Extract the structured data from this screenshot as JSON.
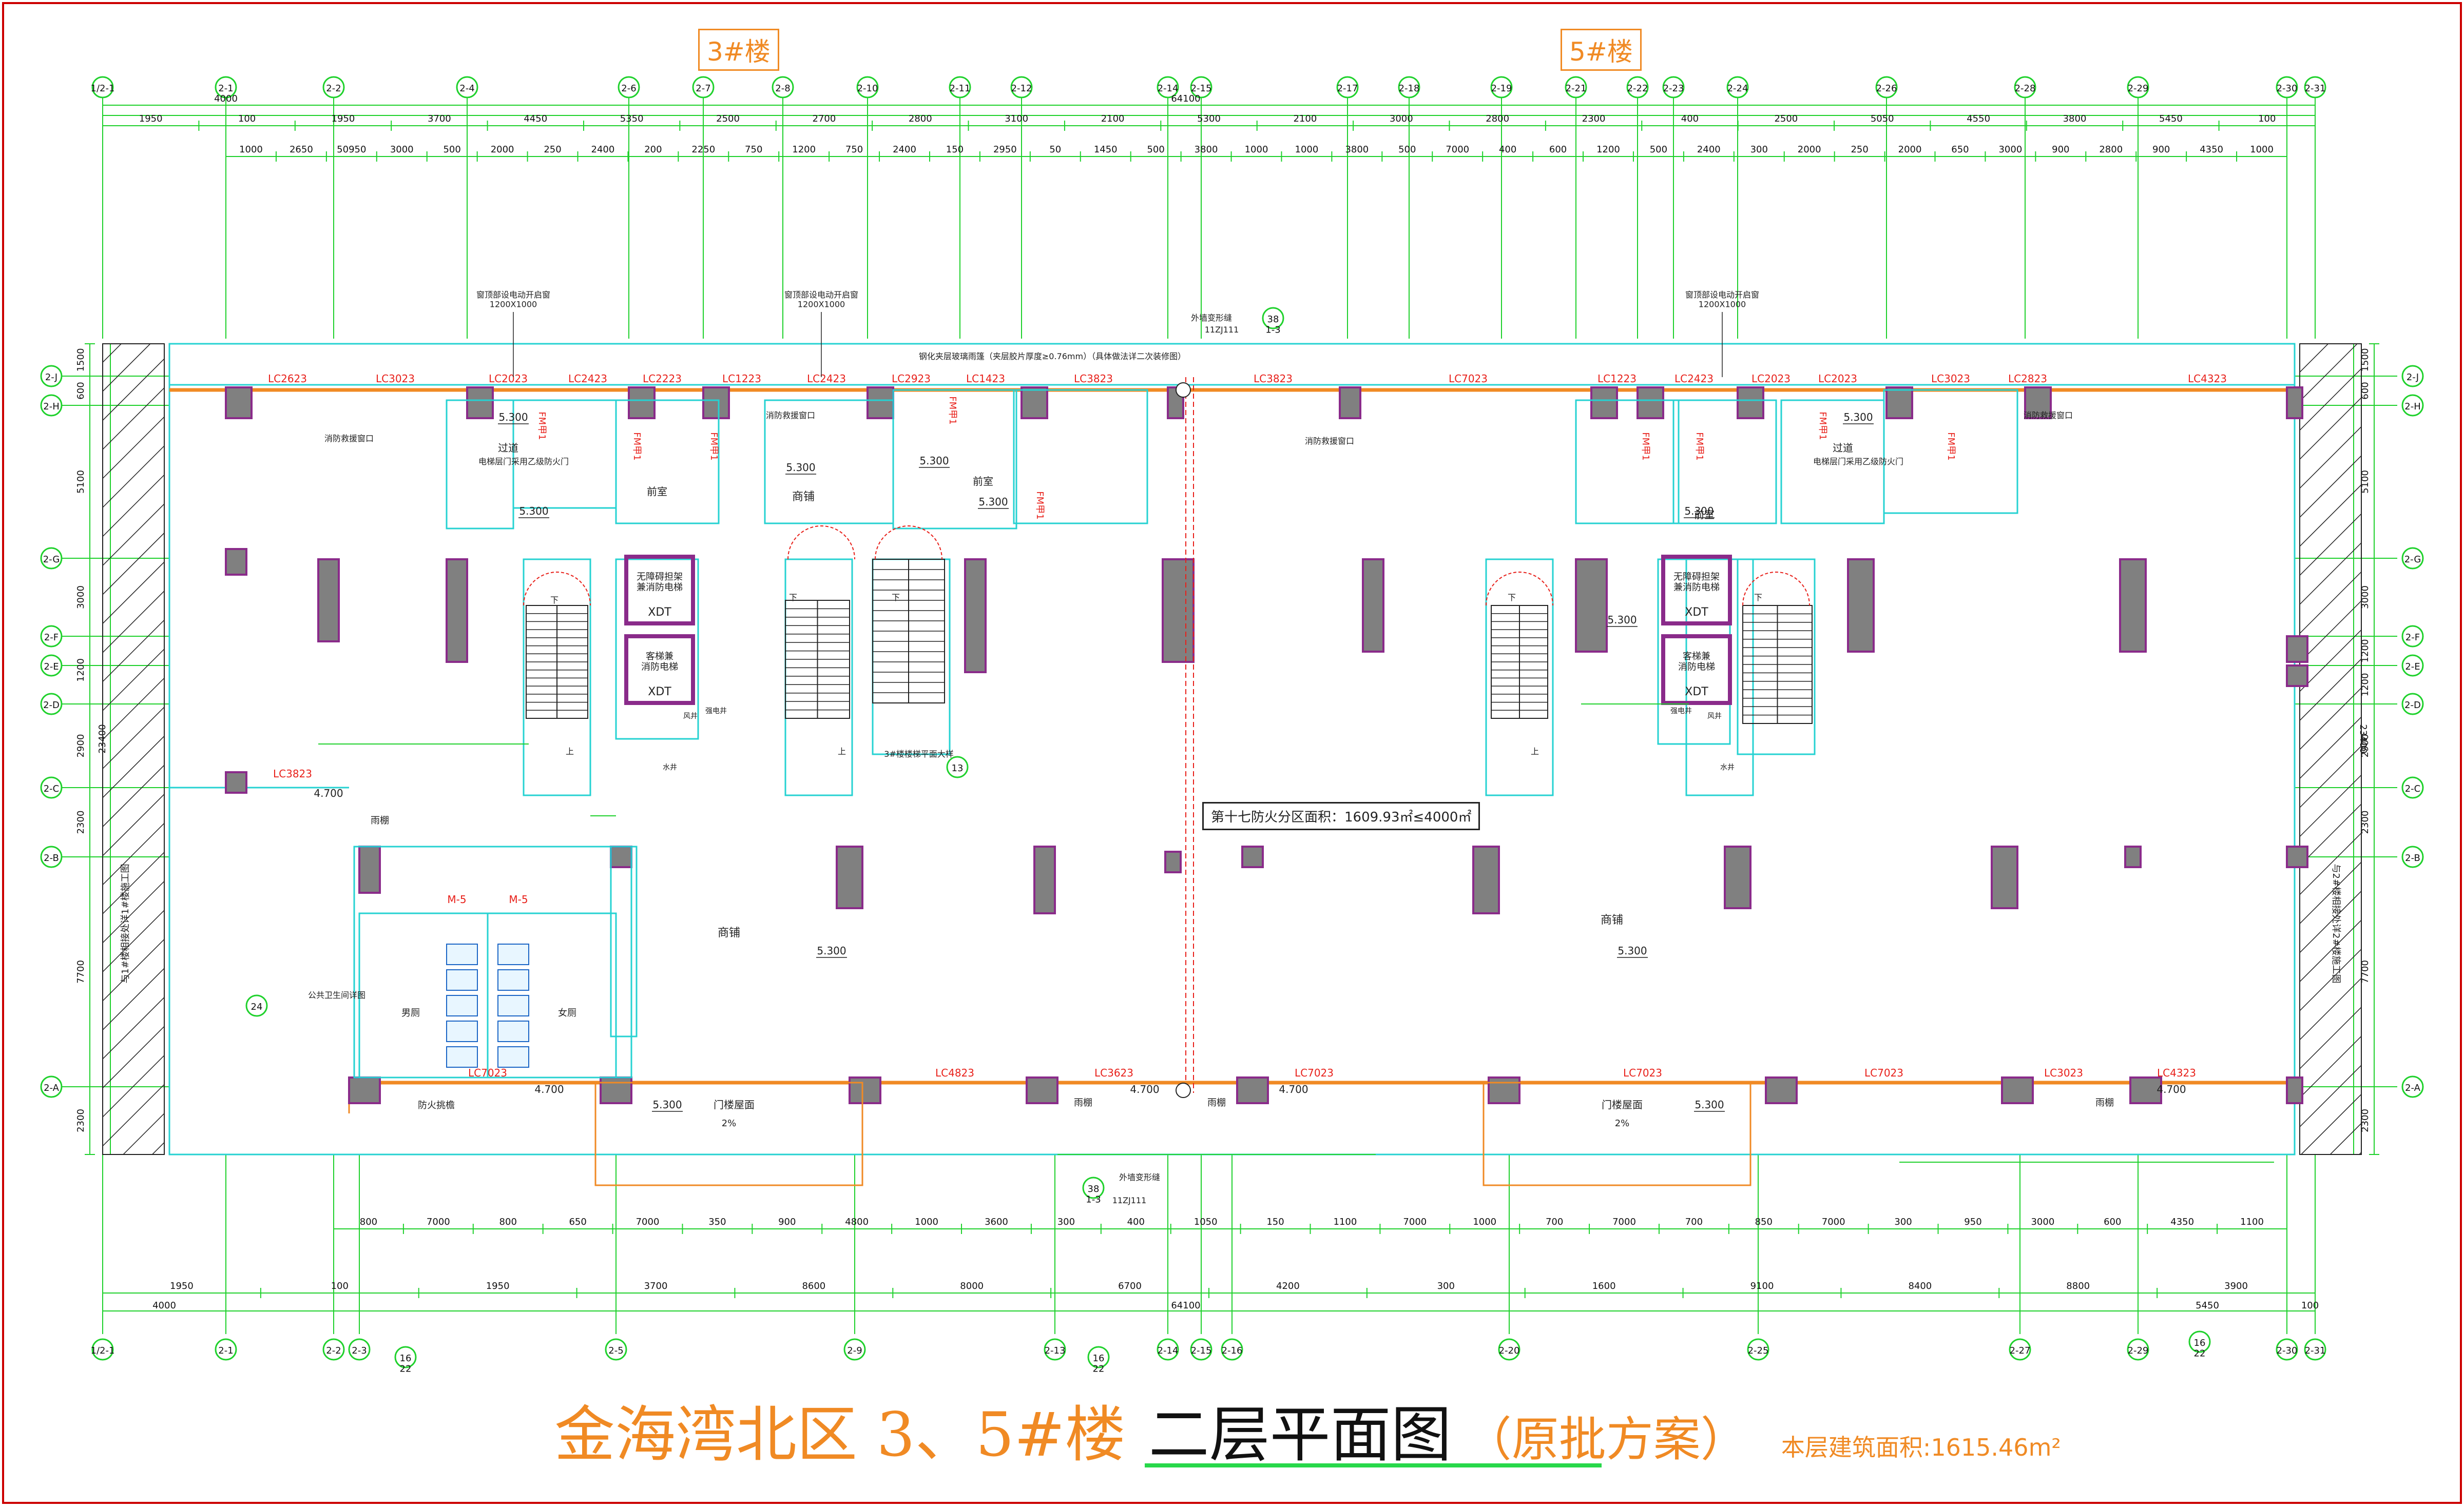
{
  "drawing": {
    "title_main": "金海湾北区  3、5#楼",
    "title_drawing": "二层平面图",
    "title_note": "（原批方案）",
    "floor_area": "本层建筑面积:1615.46m²",
    "building_tag_3": "3#楼",
    "building_tag_5": "5#楼",
    "fire_zone_note": "第十七防火分区面积：1609.93㎡≤4000㎡",
    "glass_note": "钢化夹层玻璃雨篷（夹层胶片厚度≥0.76mm）（具体做法详二次装修图）"
  },
  "axes_top": [
    "1/2-1",
    "2-1",
    "2-2",
    "2-4",
    "2-6",
    "2-7",
    "2-8",
    "2-10",
    "2-11",
    "2-12",
    "2-14",
    "2-15",
    "2-17",
    "2-18",
    "2-19",
    "2-21",
    "2-22",
    "2-23",
    "2-24",
    "2-26",
    "2-28",
    "2-29",
    "2-30",
    "2-31"
  ],
  "axes_bottom": [
    "1/2-1",
    "2-1",
    "2-2",
    "2-3",
    "2-5",
    "2-9",
    "2-13",
    "2-14",
    "2-15",
    "2-16",
    "2-20",
    "2-25",
    "2-27",
    "2-29",
    "2-30",
    "2-31"
  ],
  "axes_left": [
    "2-J",
    "2-H",
    "2-G",
    "2-F",
    "2-E",
    "2-D",
    "2-C",
    "2-B",
    "2-A"
  ],
  "axes_right": [
    "2-J",
    "2-H",
    "2-G",
    "2-F",
    "2-E",
    "2-D",
    "2-C",
    "2-B",
    "2-A"
  ],
  "dims": {
    "top_total": "64100",
    "top_row1": [
      "4000"
    ],
    "top_row2": [
      "1950",
      "100",
      "1950",
      "3700",
      "4450",
      "5350",
      "2500",
      "2700",
      "2800",
      "3100",
      "2100",
      "5300",
      "2100",
      "3000",
      "2800",
      "2300",
      "400",
      "2500",
      "5050",
      "4550",
      "3800",
      "5450",
      "100"
    ],
    "top_row3": [
      "1000",
      "2650",
      "50950",
      "3000",
      "500",
      "2000",
      "250",
      "2400",
      "200",
      "2250",
      "750",
      "1200",
      "750",
      "2400",
      "150",
      "2950",
      "50",
      "1450",
      "500",
      "3800",
      "1000",
      "1000",
      "3800",
      "500",
      "7000",
      "400",
      "600",
      "1200",
      "500",
      "2400",
      "300",
      "2000",
      "250",
      "2000",
      "650",
      "3000",
      "900",
      "2800",
      "900",
      "4350",
      "1000"
    ],
    "bot_row1": [
      "800",
      "7000",
      "800",
      "650",
      "7000",
      "350",
      "900",
      "4800",
      "1000",
      "3600",
      "300",
      "400",
      "1050",
      "150",
      "1100",
      "7000",
      "1000",
      "700",
      "7000",
      "700",
      "850",
      "7000",
      "300",
      "950",
      "3000",
      "600",
      "4350",
      "1100"
    ],
    "bot_row2": [
      "1950",
      "100",
      "1950",
      "3700",
      "8600",
      "8000",
      "6700",
      "4200",
      "300",
      "1600",
      "9100",
      "8400",
      "8800",
      "3900"
    ],
    "bot_total": "64100",
    "bot_row3": [
      "4000",
      "5450",
      "100"
    ],
    "left": [
      "1500",
      "600",
      "5100",
      "3000",
      "1200",
      "2900",
      "2300",
      "7700",
      "2300"
    ],
    "left_total": "23400",
    "right": [
      "1500",
      "600",
      "5100",
      "3000",
      "1200",
      "1200",
      "2900",
      "2300",
      "7700",
      "2300"
    ],
    "right_total": "23400"
  },
  "labels": {
    "window_top": [
      {
        "t": "LC2623"
      },
      {
        "t": "LC3023"
      },
      {
        "t": "LC2023"
      },
      {
        "t": "LC2423"
      },
      {
        "t": "LC2223"
      },
      {
        "t": "LC1223"
      },
      {
        "t": "LC2423"
      },
      {
        "t": "LC2923"
      },
      {
        "t": "LC1423"
      },
      {
        "t": "LC3823"
      },
      {
        "t": "LC3823"
      },
      {
        "t": "LC7023"
      },
      {
        "t": "LC1223"
      },
      {
        "t": "LC2423"
      },
      {
        "t": "LC2023"
      },
      {
        "t": "LC2023"
      },
      {
        "t": "LC3023"
      },
      {
        "t": "LC2823"
      },
      {
        "t": "LC4323"
      }
    ],
    "window_bottom": [
      {
        "t": "LC7023"
      },
      {
        "t": "LC4823"
      },
      {
        "t": "LC3623"
      },
      {
        "t": "LC7023"
      },
      {
        "t": "LC7023"
      },
      {
        "t": "LC7023"
      },
      {
        "t": "LC3023"
      },
      {
        "t": "LC4323"
      }
    ],
    "left_window": "LC3823",
    "smoke_window": "窗顶部设电动开启窗\n1200X1000",
    "room_shop": "商铺",
    "room_front": "前室",
    "room_corridor": "过道",
    "elevator_fire": "无障碍担架\n兼消防电梯",
    "elevator_passenger": "客梯兼\n消防电梯",
    "xdt": "XDT",
    "male_wc": "男厕",
    "female_wc": "女厕",
    "canopy": "雨棚",
    "fire_canopy": "防火挑檐",
    "door_canopy_roof": "门楼屋面",
    "slope": "2%",
    "level_5300": "5.300",
    "level_4700": "4.700",
    "fm": "FM甲1",
    "m5": "M-5",
    "smoke_vent": "消防救援窗口",
    "wall_joint": "外墙变形缝",
    "wall_joint_ref": "11ZJ111",
    "joint_num": "38\n1-3",
    "stair_ref": "3#楼楼梯平面大样",
    "stair_num": "13",
    "wc_ref": "公共卫生间详图",
    "wc_num": "24",
    "detail_num": "16\n22",
    "shaft": "风井",
    "pipe": "水井",
    "elec": "强电井",
    "corridor_door": "电梯层门采用乙级防火门",
    "up": "上",
    "down": "下",
    "side_note_left": "与1#楼相接处详1#楼施工图",
    "side_note_right": "与2#楼相接处详2#楼施工图"
  },
  "colors": {
    "axis": "#1fd12c",
    "dim": "#1fd12c",
    "dimtext": "#111111",
    "wall_gray": "#808080",
    "wall_edge": "#8a2b8a",
    "glass": "#25d2d2",
    "window_tag": "#e8201a",
    "canopy": "#f08a24",
    "frame": "#cc0000"
  }
}
